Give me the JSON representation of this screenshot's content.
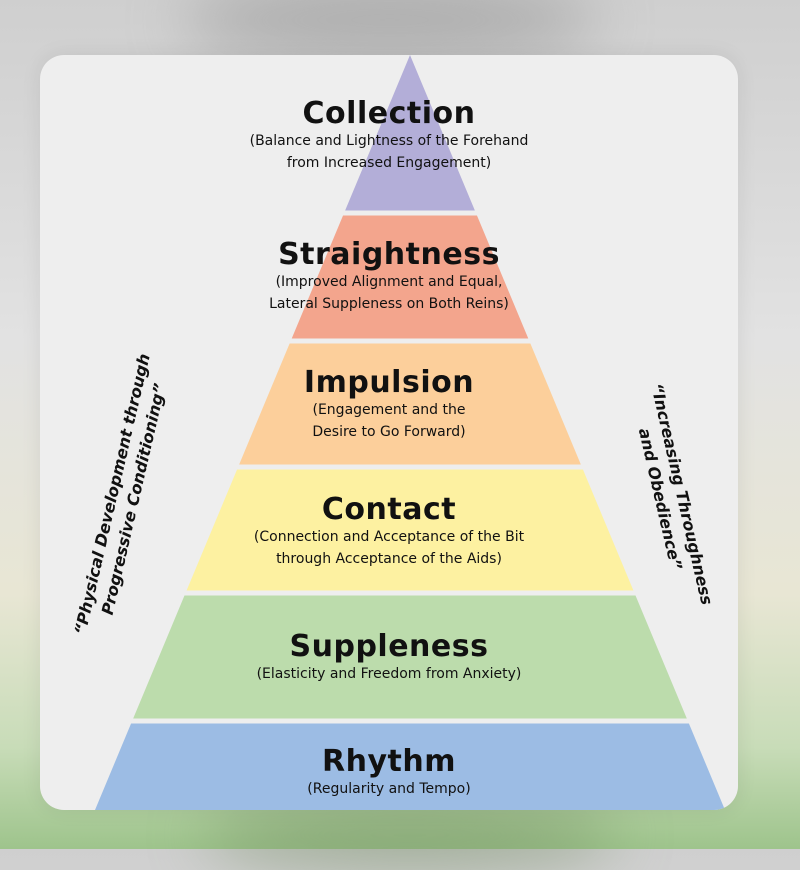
{
  "levels": [
    {
      "title": "Collection",
      "subtitle": "(Balance and Lightness of the Forehand\nfrom Increased Engagement)",
      "color": "#b3aed8"
    },
    {
      "title": "Straightness",
      "subtitle": "(Improved Alignment and Equal,\nLateral Suppleness on Both Reins)",
      "color": "#f3a58d"
    },
    {
      "title": "Impulsion",
      "subtitle": "(Engagement and the\nDesire to Go Forward)",
      "color": "#fccf9b"
    },
    {
      "title": "Contact",
      "subtitle": "(Connection and Acceptance of the Bit\nthrough Acceptance of the Aids)",
      "color": "#fdf1a1"
    },
    {
      "title": "Suppleness",
      "subtitle": "(Elasticity and Freedom from Anxiety)",
      "color": "#bcdcac"
    },
    {
      "title": "Rhythm",
      "subtitle": "(Regularity and Tempo)",
      "color": "#9cbce4"
    }
  ],
  "side_left": "“Physical Development through\nProgressive Conditioning”",
  "side_right": "“Increasing Throughness\nand Obedience”"
}
